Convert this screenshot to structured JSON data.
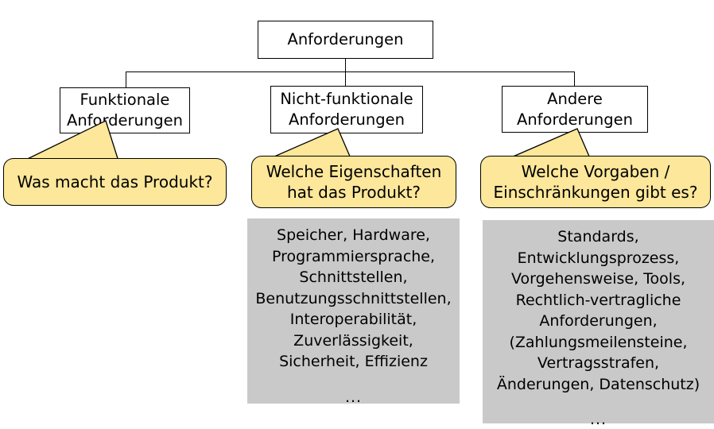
{
  "diagram": {
    "title": "Anforderungen",
    "root": {
      "label": "Anforderungen"
    },
    "branches": [
      {
        "id": "funktionale",
        "box_label_line1": "Funktionale",
        "box_label_line2": "Anforderungen",
        "callout_line1": "Was macht das Produkt?",
        "callout_line2": "",
        "panel": null
      },
      {
        "id": "nicht-funktionale",
        "box_label_line1": "Nicht-funktionale",
        "box_label_line2": "Anforderungen",
        "callout_line1": "Welche Eigenschaften",
        "callout_line2": "hat das Produkt?",
        "panel": {
          "lines": [
            "Speicher, Hardware,",
            "Programmiersprache,",
            "Schnittstellen,",
            "Benutzungsschnittstellen,",
            "Interoperabilität,",
            "Zuverlässigkeit,",
            "Sicherheit, Effizienz"
          ],
          "ellipsis": "..."
        }
      },
      {
        "id": "andere",
        "box_label_line1": "Andere",
        "box_label_line2": "Anforderungen",
        "callout_line1": "Welche Vorgaben /",
        "callout_line2": "Einschränkungen gibt es?",
        "panel": {
          "lines": [
            "Standards,",
            "Entwicklungsprozess,",
            "Vorgehensweise, Tools,",
            "Rechtlich-vertragliche",
            "Anforderungen,",
            "(Zahlungsmeilensteine,",
            "Vertragsstrafen,",
            "Änderungen, Datenschutz)"
          ],
          "ellipsis": "..."
        }
      }
    ],
    "colors": {
      "callout_fill": "#fce79a",
      "panel_fill": "#c9c9c9",
      "box_fill": "#ffffff",
      "stroke": "#000000",
      "background": "#ffffff"
    }
  }
}
